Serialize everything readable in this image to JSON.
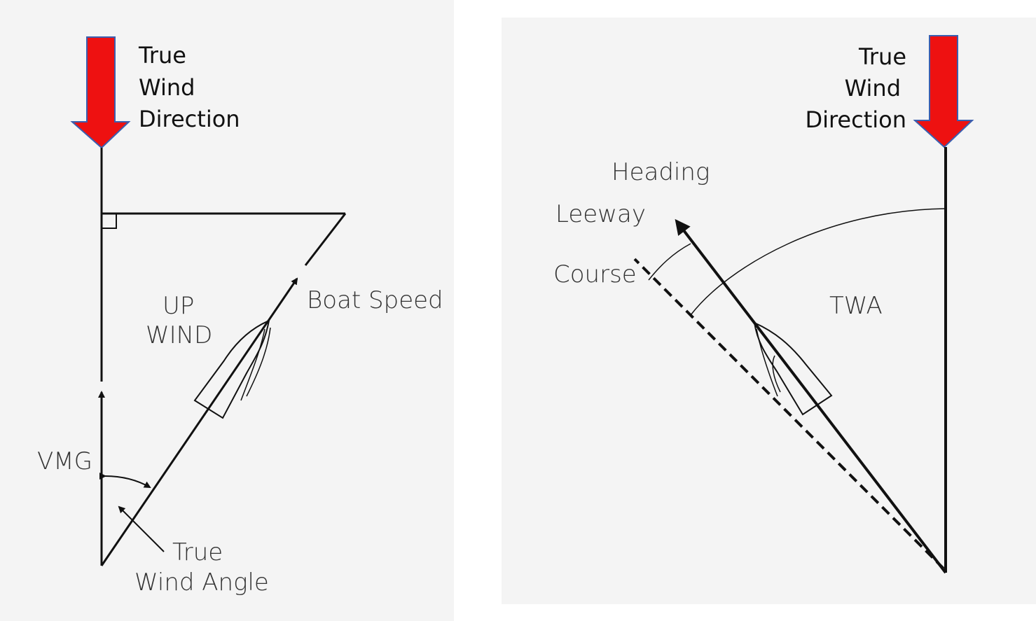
{
  "left_diagram": {
    "wind_label_lines": [
      "True",
      "Wind",
      "Direction"
    ],
    "upwind_lines": [
      "UP",
      "WIND"
    ],
    "boat_speed": "Boat Speed",
    "vmg": "VMG",
    "twa_lines": [
      "True",
      "Wind Angle"
    ]
  },
  "right_diagram": {
    "wind_label_lines": [
      "True",
      "Wind",
      "Direction"
    ],
    "heading": "Heading",
    "leeway": "Leeway",
    "course": "Course",
    "twa": "TWA"
  },
  "colors": {
    "arrow_fill": "#ee1111",
    "arrow_outline": "#3a5fb0",
    "line": "#111111",
    "panel_bg": "#f4f4f4"
  }
}
